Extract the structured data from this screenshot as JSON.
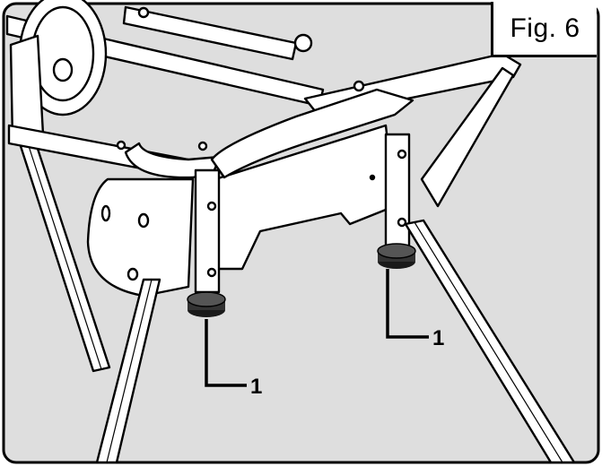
{
  "figure": {
    "label": "Fig. 6",
    "colors": {
      "background": "#dedede",
      "metal": "#ffffff",
      "outline": "#000000",
      "foot": "#333333"
    },
    "callouts": [
      {
        "id": "left-foot",
        "number": "1"
      },
      {
        "id": "right-foot",
        "number": "1"
      }
    ]
  }
}
